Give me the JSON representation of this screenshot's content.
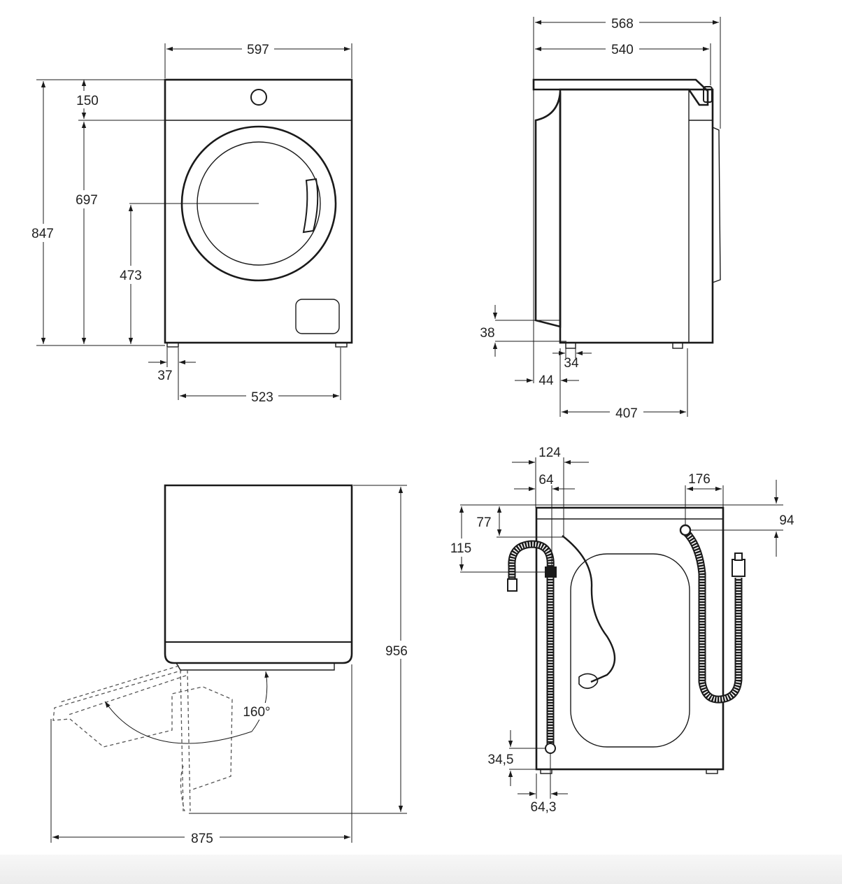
{
  "front_view": {
    "dims": {
      "width": "597",
      "top_panel": "150",
      "door_height": "697",
      "center_height": "473",
      "total_height": "847",
      "foot_offset": "37",
      "foot_span": "523"
    }
  },
  "side_view": {
    "dims": {
      "depth_total": "568",
      "depth_body": "540",
      "door_bottom": "38",
      "foot_offset": "34",
      "door_protrusion": "44",
      "foot_span": "407"
    }
  },
  "top_view": {
    "dims": {
      "total_depth_door_open": "956",
      "door_angle": "160°",
      "total_width_door_open": "875"
    }
  },
  "rear_view": {
    "dims": {
      "inlet_offset_outer": "124",
      "inlet_offset_inner": "64",
      "drain_offset": "176",
      "inlet_top_77": "77",
      "inlet_top_115": "115",
      "right_inlet_top": "94",
      "bottom_outlet_height": "34,5",
      "bottom_outlet_offset": "64,3"
    }
  }
}
